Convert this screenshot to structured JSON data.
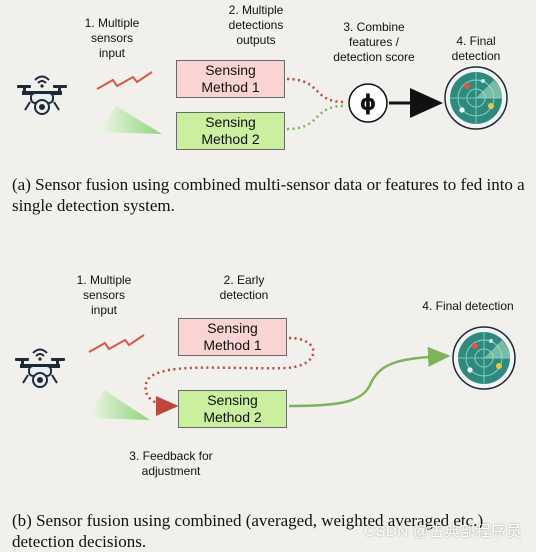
{
  "panel_a": {
    "step1": "1. Multiple\nsensors\ninput",
    "step2": "2. Multiple\ndetections\noutputs",
    "step3": "3. Combine\nfeatures /\ndetection score",
    "step4": "4. Final\ndetection",
    "box1": "Sensing\nMethod 1",
    "box2": "Sensing\nMethod 2",
    "fusion_symbol": "ϕ",
    "caption": "(a) Sensor fusion using combined multi-sensor data or features to fed into a single detection system."
  },
  "panel_b": {
    "step1": "1. Multiple\nsensors\ninput",
    "step2": "2. Early\ndetection",
    "step3": "3. Feedback for\nadjustment",
    "step4": "4. Final detection",
    "box1": "Sensing\nMethod 1",
    "box2": "Sensing\nMethod 2",
    "caption": "(b) Sensor fusion using combined (averaged, weighted averaged etc.) detection decisions."
  },
  "watermark": "CSDN @古典部程序员",
  "icons": [
    "drone-icon",
    "radar-signal-icon",
    "camera-beam-icon",
    "fusion-node-icon",
    "radar-scope-icon"
  ],
  "colors": {
    "pink_box": "#fad3d3",
    "green_box": "#c9ef9f",
    "red_dotted": "#c0463a",
    "green_dotted": "#7fb35a",
    "radar_bg": "#2e8a7e",
    "drone": "#1e2a36"
  }
}
